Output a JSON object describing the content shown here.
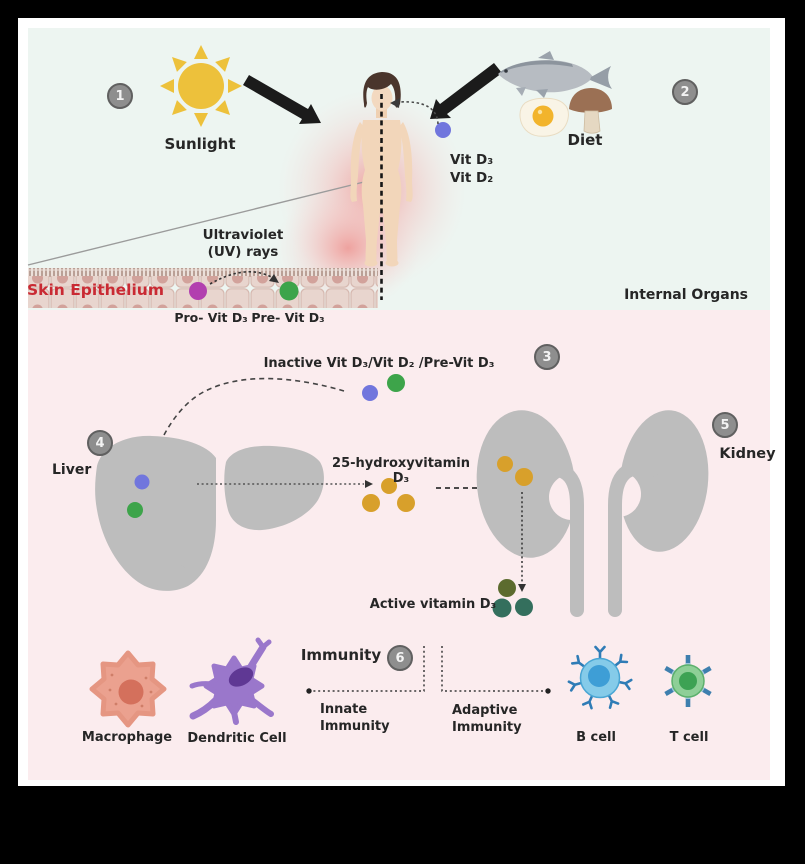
{
  "steps": [
    "1",
    "2",
    "3",
    "4",
    "5",
    "6"
  ],
  "labels": {
    "sunlight": "Sunlight",
    "diet": "Diet",
    "vit_d3": "Vit D₃",
    "vit_d2": "Vit D₂",
    "ultraviolet_line1": "Ultraviolet",
    "ultraviolet_line2": "(UV) rays",
    "skin_epithelium": "Skin Epithelium",
    "pro_vit_d3": "Pro- Vit D₃",
    "pre_vit_d3": "Pre- Vit D₃",
    "internal_organs": "Internal Organs",
    "inactive": "Inactive Vit D₃/Vit D₂ /Pre-Vit D₃",
    "liver": "Liver",
    "hydroxy": "25-hydroxyvitamin D₃",
    "kidney": "Kidney",
    "active": "Active vitamin D₃",
    "immunity": "Immunity",
    "macrophage": "Macrophage",
    "dendritic_cell": "Dendritic Cell",
    "innate_line1": "Innate",
    "innate_line2": "Immunity",
    "adaptive_line1": "Adaptive",
    "adaptive_line2": "Immunity",
    "b_cell": "B cell",
    "t_cell": "T cell"
  },
  "colors": {
    "sun_yellow": "#edc13b",
    "vitd_purple": "#7176dd",
    "vitd_green": "#3da44a",
    "pro_vitd_magenta": "#b23faf",
    "hydroxy_gold": "#d8a02b",
    "active_olive": "#5c6b2e",
    "active_teal": "#346f5d",
    "organ_gray": "#bdbdbd",
    "skin_label_red": "#c92a33",
    "panel_mint": "#edf5f1",
    "panel_pink": "#fbecee"
  }
}
